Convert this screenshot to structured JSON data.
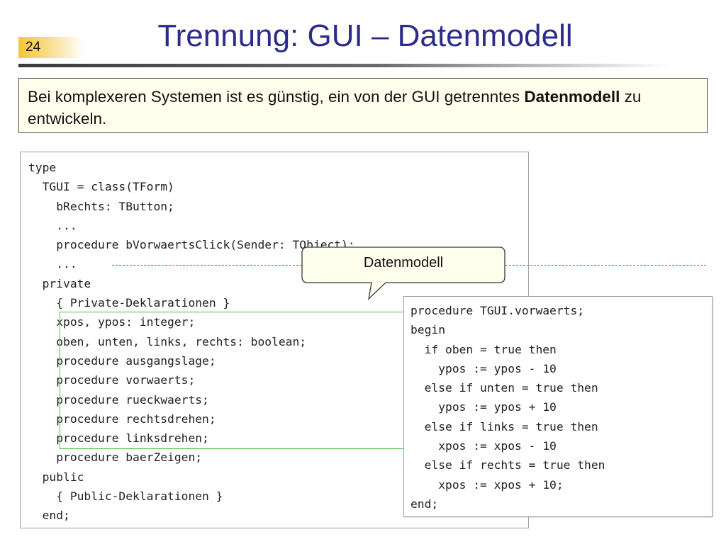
{
  "slide": {
    "number": "24",
    "title": "Trennung: GUI – Datenmodell"
  },
  "info": {
    "text_before": "Bei komplexeren Systemen ist es günstig, ein von der GUI getrenntes ",
    "bold": "Datenmodell",
    "text_after": " zu entwickeln."
  },
  "callout": {
    "label": "Datenmodell"
  },
  "left_code": [
    "type",
    "  TGUI = class(TForm)",
    "    bRechts: TButton;",
    "    ...",
    "    procedure bVorwaertsClick(Sender: TObject);",
    "    ...",
    "  private",
    "    { Private-Deklarationen }",
    "    xpos, ypos: integer;",
    "    oben, unten, links, rechts: boolean;",
    "    procedure ausgangslage;",
    "    procedure vorwaerts;",
    "    procedure rueckwaerts;",
    "    procedure rechtsdrehen;",
    "    procedure linksdrehen;",
    "    procedure baerZeigen;",
    "  public",
    "    { Public-Deklarationen }",
    "  end;"
  ],
  "right_code": [
    "procedure TGUI.vorwaerts;",
    "begin",
    "  if oben = true then",
    "    ypos := ypos - 10",
    "  else if unten = true then",
    "    ypos := ypos + 10",
    "  else if links = true then",
    "    xpos := xpos - 10",
    "  else if rechts = true then",
    "    xpos := xpos + 10;",
    "end;"
  ],
  "colors": {
    "title": "#2c2c8a",
    "info_bg": "#ffffee",
    "highlight_border": "#55b94a",
    "dashed_line": "#e05050",
    "slide_number_bg": "#f3c63a"
  }
}
